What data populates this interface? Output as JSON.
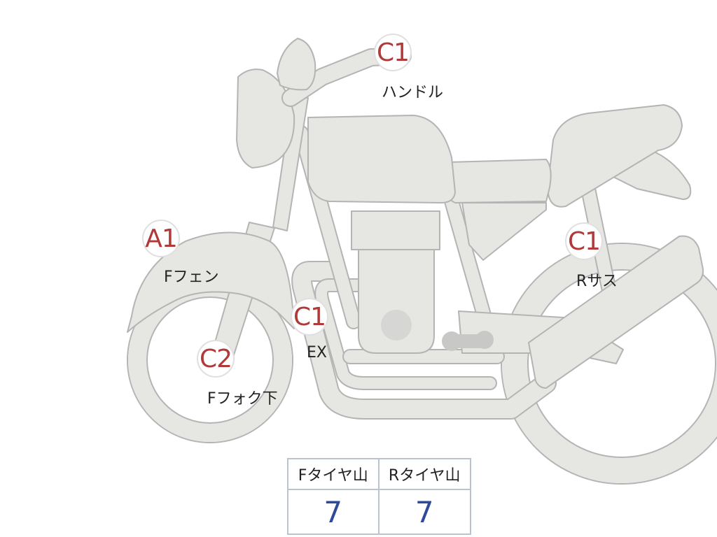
{
  "markers": [
    {
      "code": "C1",
      "label": "ハンドル"
    },
    {
      "code": "A1",
      "label": "Fフェン"
    },
    {
      "code": "C1",
      "label": "EX"
    },
    {
      "code": "C2",
      "label": "Fフォク下"
    },
    {
      "code": "C1",
      "label": "Rサス"
    }
  ],
  "tire_table": {
    "front_header": "Fタイヤ山",
    "rear_header": "Rタイヤ山",
    "front_value": "7",
    "rear_value": "7"
  }
}
